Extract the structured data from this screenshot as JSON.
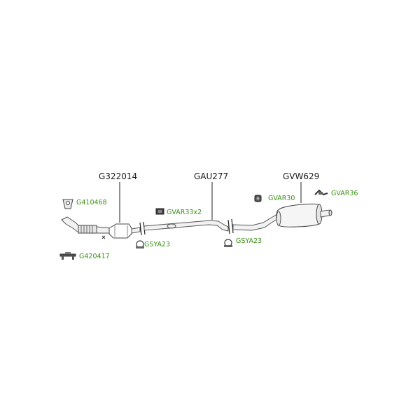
{
  "diagram": {
    "main_parts": [
      {
        "code": "G322014"
      },
      {
        "code": "GAU277"
      },
      {
        "code": "GVW629"
      }
    ],
    "accessories": [
      {
        "code": "G410468",
        "icon": "gasket-icon"
      },
      {
        "code": "G420417",
        "icon": "mounting-bracket-icon"
      },
      {
        "code": "GVAR33x2",
        "icon": "rubber-hanger-icon"
      },
      {
        "code": "GSYA23",
        "icon": "pipe-clamp-icon"
      },
      {
        "code": "GSYA23",
        "icon": "pipe-clamp-icon"
      },
      {
        "code": "GVAR30",
        "icon": "rubber-hanger-icon"
      },
      {
        "code": "GVAR36",
        "icon": "rubber-hanger-icon"
      }
    ],
    "colors": {
      "accessory_label": "#3a8f16",
      "main_label": "#1a1a1a",
      "line": "#444444"
    }
  }
}
